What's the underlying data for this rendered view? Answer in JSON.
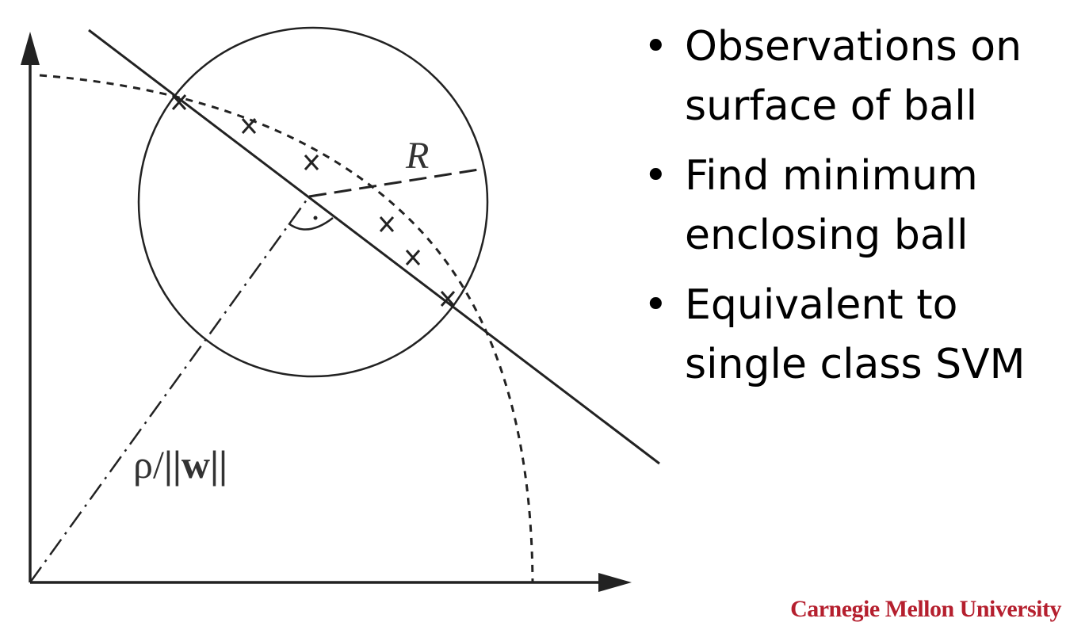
{
  "diagram": {
    "radius_label": "R",
    "distance_label_rho": "ρ/",
    "distance_label_w": "w",
    "distance_norm_bar": "||"
  },
  "bullets": [
    {
      "lines": [
        "Observations on",
        "surface of ball"
      ]
    },
    {
      "lines": [
        "Find minimum",
        "enclosing ball"
      ]
    },
    {
      "lines": [
        "Equivalent to",
        "single class SVM"
      ]
    }
  ],
  "logo": {
    "text": "Carnegie Mellon University",
    "color": "#b51f2e"
  }
}
